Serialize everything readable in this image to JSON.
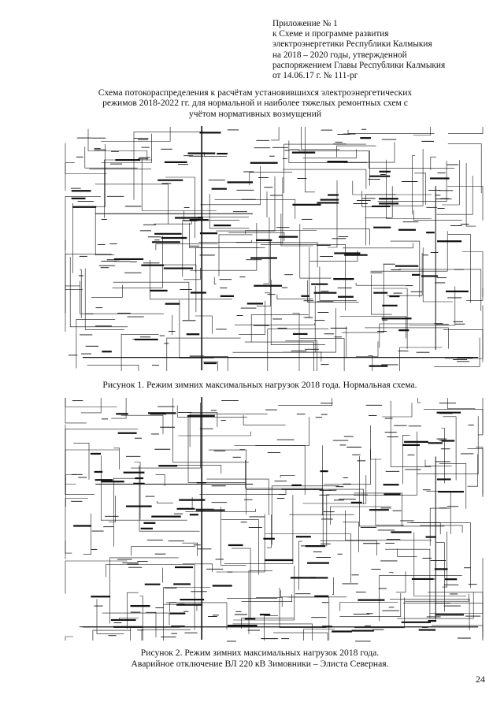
{
  "appendix": {
    "lines": [
      "Приложение № 1",
      "к Схеме и  программе  развития",
      "электроэнергетики Республики Калмыкия",
      "на 2018 – 2020 годы, утвержденной",
      "распоряжением Главы Республики Калмыкия",
      "от 14.06.17 г. № 111-рг"
    ]
  },
  "title": {
    "lines": [
      "Схема потокораспределения к расчётам установившихся электроэнергетических",
      "режимов 2018-2022 гг. для нормальной и наиболее тяжелых ремонтных схем с",
      "учётом нормативных возмущений"
    ]
  },
  "figure1": {
    "caption": "Рисунок 1. Режим зимних максимальных нагрузок 2018 года. Нормальная схема."
  },
  "figure2": {
    "caption_lines": [
      "Рисунок 2. Режим зимних максимальных нагрузок 2018 года.",
      "Аварийное отключение ВЛ 220 кВ Зимовники – Элиста Северная."
    ]
  },
  "page_number": "24"
}
